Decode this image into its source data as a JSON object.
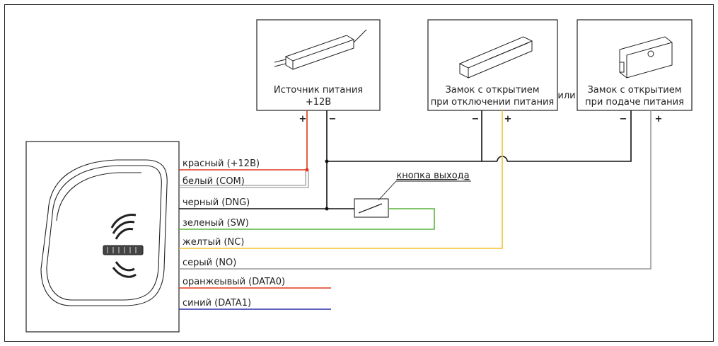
{
  "devices": {
    "power_supply": {
      "line1": "Источник питания",
      "line2": "+12В"
    },
    "lock_fail_secure": {
      "line1": "Замок с открытием",
      "line2": "при отключении питания"
    },
    "lock_fail_safe": {
      "line1": "Замок с открытием",
      "line2": "при подаче питания"
    },
    "or_label": "или"
  },
  "terminals": {
    "plus": "+",
    "minus": "−"
  },
  "wires": [
    {
      "label": "красный (+12В)",
      "color": "#e2361b"
    },
    {
      "label": "белый (COM)",
      "color": "#888888"
    },
    {
      "label": "черный (DNG)",
      "color": "#111111"
    },
    {
      "label": "зеленый (SW)",
      "color": "#59b43a"
    },
    {
      "label": "желтый (NC)",
      "color": "#f2c12e"
    },
    {
      "label": "серый (NO)",
      "color": "#9a9a9a"
    },
    {
      "label": "оранжеывый (DATA0)",
      "color": "#e2361b"
    },
    {
      "label": "синий (DATA1)",
      "color": "#2a2aa8"
    }
  ],
  "exit_button": {
    "label": "кнопка выхода"
  }
}
